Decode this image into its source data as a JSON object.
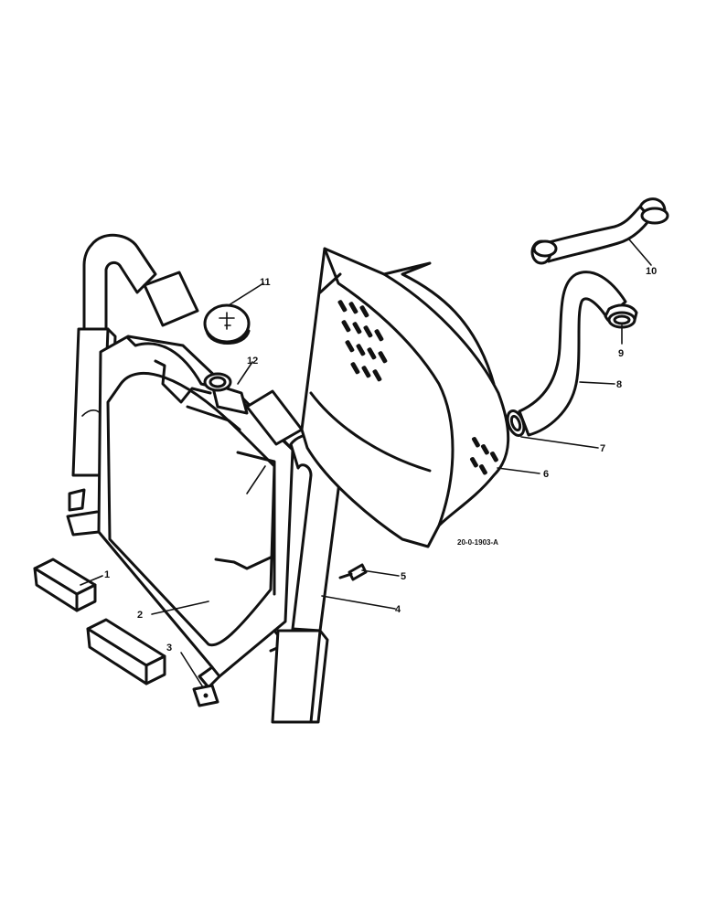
{
  "diagram": {
    "drawing_code": "20-0-1903-A",
    "callouts": [
      {
        "id": "c1",
        "text": "1"
      },
      {
        "id": "c2",
        "text": "2"
      },
      {
        "id": "c3",
        "text": "3"
      },
      {
        "id": "c4",
        "text": "4"
      },
      {
        "id": "c5",
        "text": "5"
      },
      {
        "id": "c6",
        "text": "6"
      },
      {
        "id": "c7",
        "text": "7"
      },
      {
        "id": "c8",
        "text": "8"
      },
      {
        "id": "c9",
        "text": "9"
      },
      {
        "id": "c10",
        "text": "10"
      },
      {
        "id": "c11",
        "text": "11"
      },
      {
        "id": "c12",
        "text": "12"
      }
    ]
  }
}
